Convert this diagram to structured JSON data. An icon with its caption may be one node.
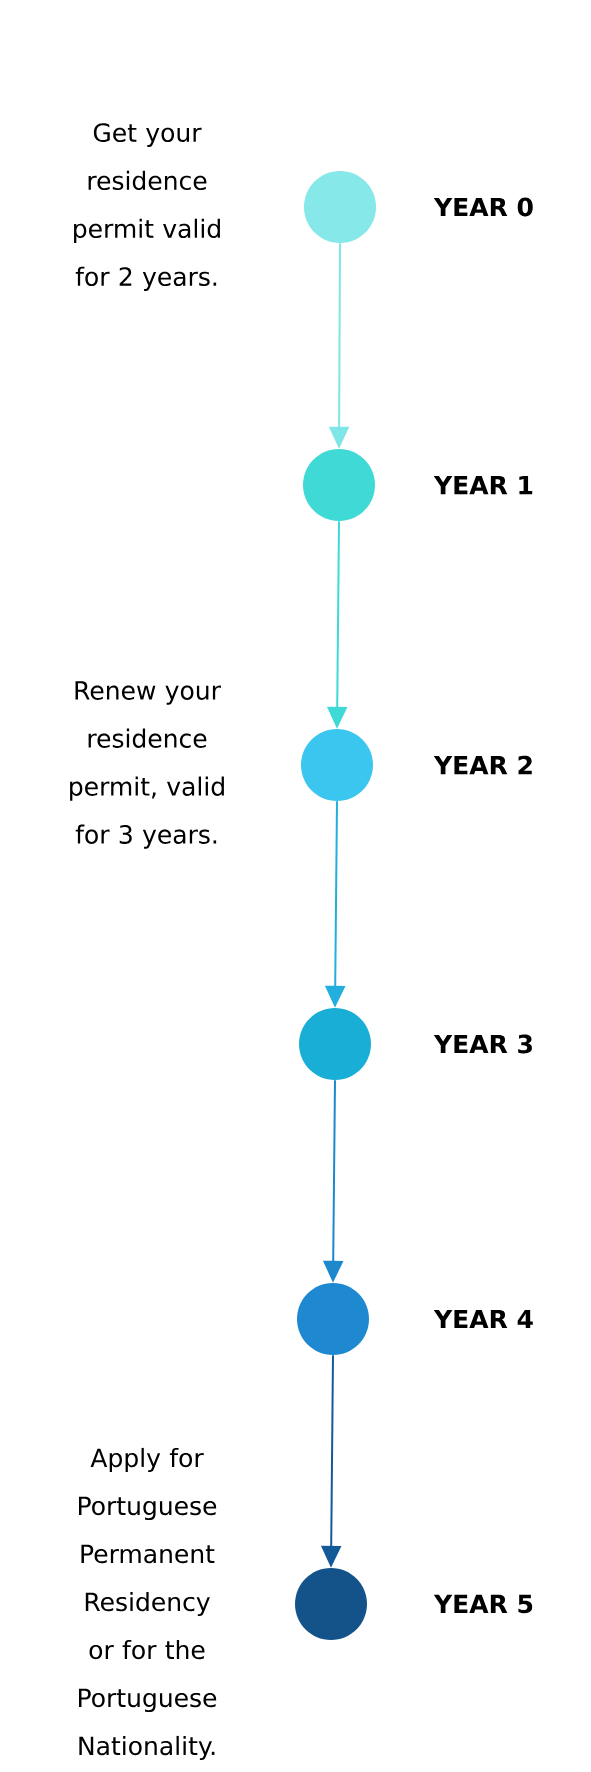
{
  "diagram": {
    "nodes": [
      {
        "text": [],
        "shape": "circle",
        "beside": [
          "YEAR 0",
          "Get your residence permit valid for 2 years."
        ]
      },
      {
        "text": [],
        "shape": "circle",
        "beside": [
          "YEAR 1"
        ]
      },
      {
        "text": [],
        "shape": "circle",
        "beside": [
          "YEAR 2",
          "Renew your residence permit, valid for 3 years."
        ]
      },
      {
        "text": [],
        "shape": "circle",
        "beside": [
          "YEAR 3"
        ]
      },
      {
        "text": [],
        "shape": "circle",
        "beside": [
          "YEAR 4"
        ]
      },
      {
        "text": [],
        "shape": "circle",
        "beside": [
          "YEAR 5",
          "Apply for Portuguese Permanent Residency or for the Portuguese Nationality."
        ]
      }
    ],
    "edges": [
      {
        "from": 0,
        "to": 1,
        "arrow": "to",
        "color": "#7ee6e6"
      },
      {
        "from": 1,
        "to": 2,
        "arrow": "to",
        "color": "#3fd9d6"
      },
      {
        "from": 2,
        "to": 3,
        "arrow": "to",
        "color": "#22afdd"
      },
      {
        "from": 3,
        "to": 4,
        "arrow": "to",
        "color": "#1e88cc"
      },
      {
        "from": 4,
        "to": 5,
        "arrow": "to",
        "color": "#155a98"
      }
    ]
  }
}
